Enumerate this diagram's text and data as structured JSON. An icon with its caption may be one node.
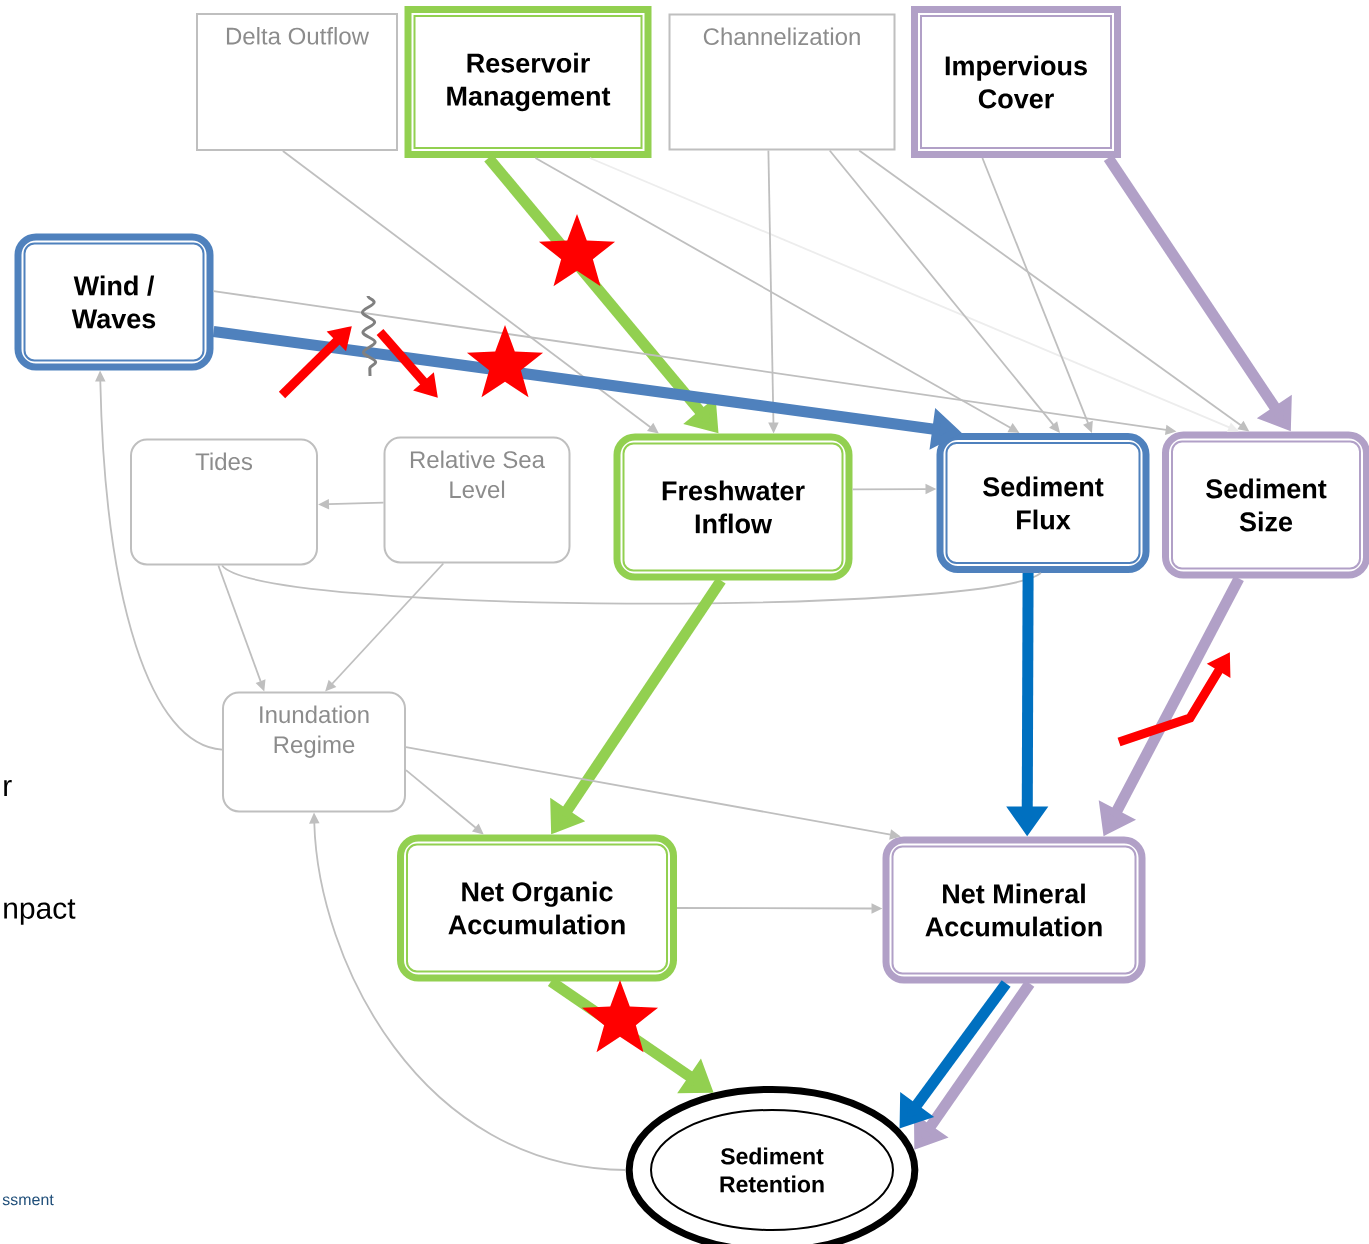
{
  "diagram": {
    "nodes": [
      {
        "text": [
          "Delta Outflow"
        ]
      },
      {
        "text": [
          "Reservoir Management"
        ]
      },
      {
        "text": [
          "Channelization"
        ]
      },
      {
        "text": [
          "Impervious Cover"
        ]
      },
      {
        "text": [
          "Wind / Waves"
        ]
      },
      {
        "text": [
          "Tides"
        ]
      },
      {
        "text": [
          "Relative Sea Level"
        ]
      },
      {
        "text": [
          "Freshwater Inflow"
        ]
      },
      {
        "text": [
          "Sediment Flux"
        ]
      },
      {
        "text": [
          "Sediment Size"
        ]
      },
      {
        "text": [
          "Inundation Regime"
        ]
      },
      {
        "text": [
          "Net Organic Accumulation"
        ]
      },
      {
        "text": [
          "Net Mineral Accumulation"
        ]
      },
      {
        "text": [
          "Sediment Retention"
        ]
      }
    ],
    "edges": [
      {
        "from": 0,
        "to": 7,
        "arrow": "to"
      },
      {
        "from": 1,
        "to": 7,
        "arrow": "to",
        "style": "thick",
        "color": "#92d050"
      },
      {
        "from": 1,
        "to": 8,
        "arrow": "to"
      },
      {
        "from": 1,
        "to": 9,
        "arrow": "to",
        "color": "#ededed"
      },
      {
        "from": 2,
        "to": 7,
        "arrow": "to"
      },
      {
        "from": 2,
        "to": 8,
        "arrow": "to"
      },
      {
        "from": 2,
        "to": 9,
        "arrow": "to"
      },
      {
        "from": 3,
        "to": 8,
        "arrow": "to"
      },
      {
        "from": 3,
        "to": 9,
        "arrow": "to",
        "style": "thick",
        "color": "#b1a0c7"
      },
      {
        "from": 4,
        "to": 8,
        "arrow": "to",
        "style": "thick",
        "color": "#4f81bd"
      },
      {
        "from": 4,
        "to": 9,
        "arrow": "to"
      },
      {
        "from": 6,
        "to": 5,
        "arrow": "to"
      },
      {
        "from": 5,
        "to": 10,
        "arrow": "to"
      },
      {
        "from": 6,
        "to": 10,
        "arrow": "to"
      },
      {
        "from": 5,
        "to": 8,
        "arrow": "none"
      },
      {
        "from": 7,
        "to": 8,
        "arrow": "to"
      },
      {
        "from": 7,
        "to": 11,
        "arrow": "to",
        "style": "thick",
        "color": "#92d050"
      },
      {
        "from": 8,
        "to": 12,
        "arrow": "to",
        "style": "thick",
        "color": "#0070c0"
      },
      {
        "from": 9,
        "to": 12,
        "arrow": "to",
        "style": "thick",
        "color": "#b1a0c7"
      },
      {
        "from": 10,
        "to": 11,
        "arrow": "to"
      },
      {
        "from": 10,
        "to": 12,
        "arrow": "to"
      },
      {
        "from": 11,
        "to": 12,
        "arrow": "to"
      },
      {
        "from": 11,
        "to": 13,
        "arrow": "to",
        "style": "thick",
        "color": "#92d050"
      },
      {
        "from": 12,
        "to": 13,
        "arrow": "to",
        "style": "thick",
        "color": "#b1a0c7"
      },
      {
        "from": 12,
        "to": 13,
        "arrow": "to",
        "style": "thick",
        "color": "#0070c0"
      },
      {
        "from": 13,
        "to": 10,
        "arrow": "to"
      },
      {
        "from": 10,
        "to": 4,
        "arrow": "to"
      }
    ],
    "labels": [
      "r",
      "npact",
      "ssment"
    ]
  }
}
